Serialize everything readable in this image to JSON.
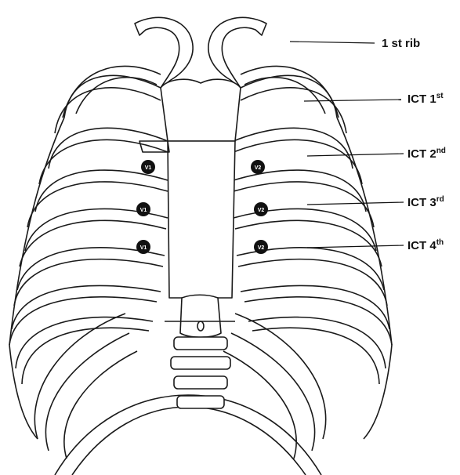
{
  "labels": [
    {
      "id": "first-rib",
      "text": "1 st rib",
      "sup": ""
    },
    {
      "id": "ict-1",
      "text": "ICT 1",
      "sup": "st"
    },
    {
      "id": "ict-2",
      "text": "ICT 2",
      "sup": "nd"
    },
    {
      "id": "ict-3",
      "text": "ICT 3",
      "sup": "rd"
    },
    {
      "id": "ict-4",
      "text": "ICT 4",
      "sup": "th"
    }
  ],
  "electrodes": {
    "left": [
      "V1",
      "V1",
      "V1"
    ],
    "right": [
      "V2",
      "V2",
      "V2"
    ]
  },
  "colors": {
    "line": "#1a1a1a",
    "electrode_fill": "#111111",
    "electrode_text": "#ffffff",
    "background": "#ffffff"
  }
}
